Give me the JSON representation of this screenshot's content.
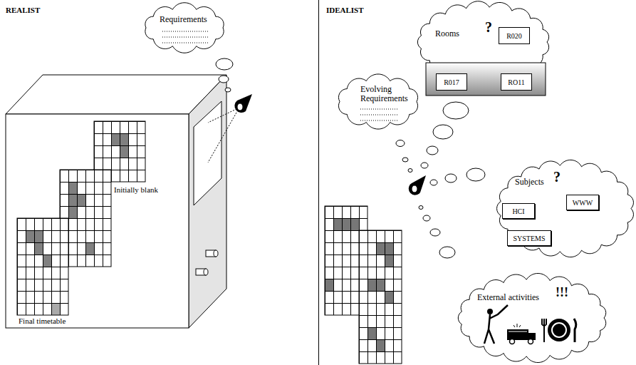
{
  "diagram": {
    "nodes": [
      {
        "text": [
          "Requirements"
        ]
      },
      {
        "text": [
          "Rooms",
          "?"
        ]
      },
      {
        "text": [
          "R020"
        ],
        "in": 1
      },
      {
        "text": [
          "R017"
        ],
        "in": 1
      },
      {
        "text": [
          "RO11"
        ],
        "in": 1
      },
      {
        "text": [
          "Evolving Requirements"
        ]
      },
      {
        "text": [
          "Subjects",
          "?"
        ]
      },
      {
        "text": [
          "HCI"
        ],
        "in": 6
      },
      {
        "text": [
          "WWW"
        ],
        "in": 6
      },
      {
        "text": [
          "SYSTEMS"
        ],
        "in": 6
      },
      {
        "text": [
          "External activities",
          "!!!"
        ]
      }
    ],
    "labels": [
      "REALIST",
      "Initially blank",
      "Final timetable",
      "IDEALIST"
    ]
  }
}
